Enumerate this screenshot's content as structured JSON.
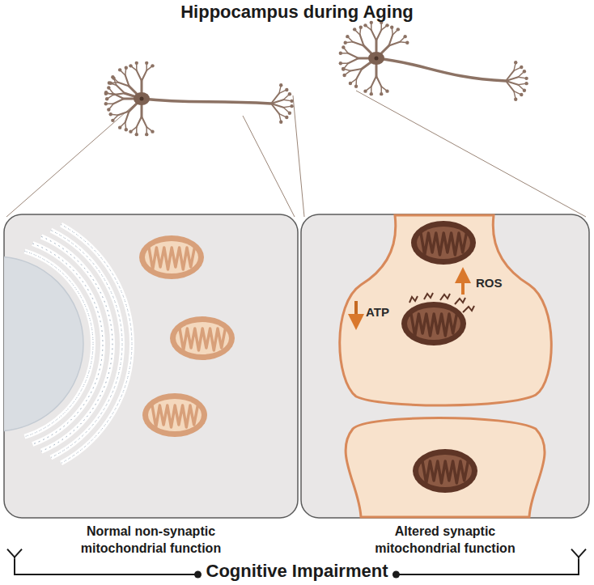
{
  "diagram": {
    "title": "Hippocampus during Aging",
    "nodes": [
      {
        "text": [
          "Normal non-synaptic mitochondrial function"
        ]
      },
      {
        "text": [
          "Altered synaptic mitochondrial function"
        ]
      },
      {
        "text": [
          "Cognitive Impairment"
        ]
      }
    ],
    "edges": [
      {
        "from": 0,
        "to": 2,
        "arrow": "to"
      },
      {
        "from": 1,
        "to": 2,
        "arrow": "to"
      }
    ],
    "labels": [
      "ROS",
      "ATP"
    ]
  }
}
